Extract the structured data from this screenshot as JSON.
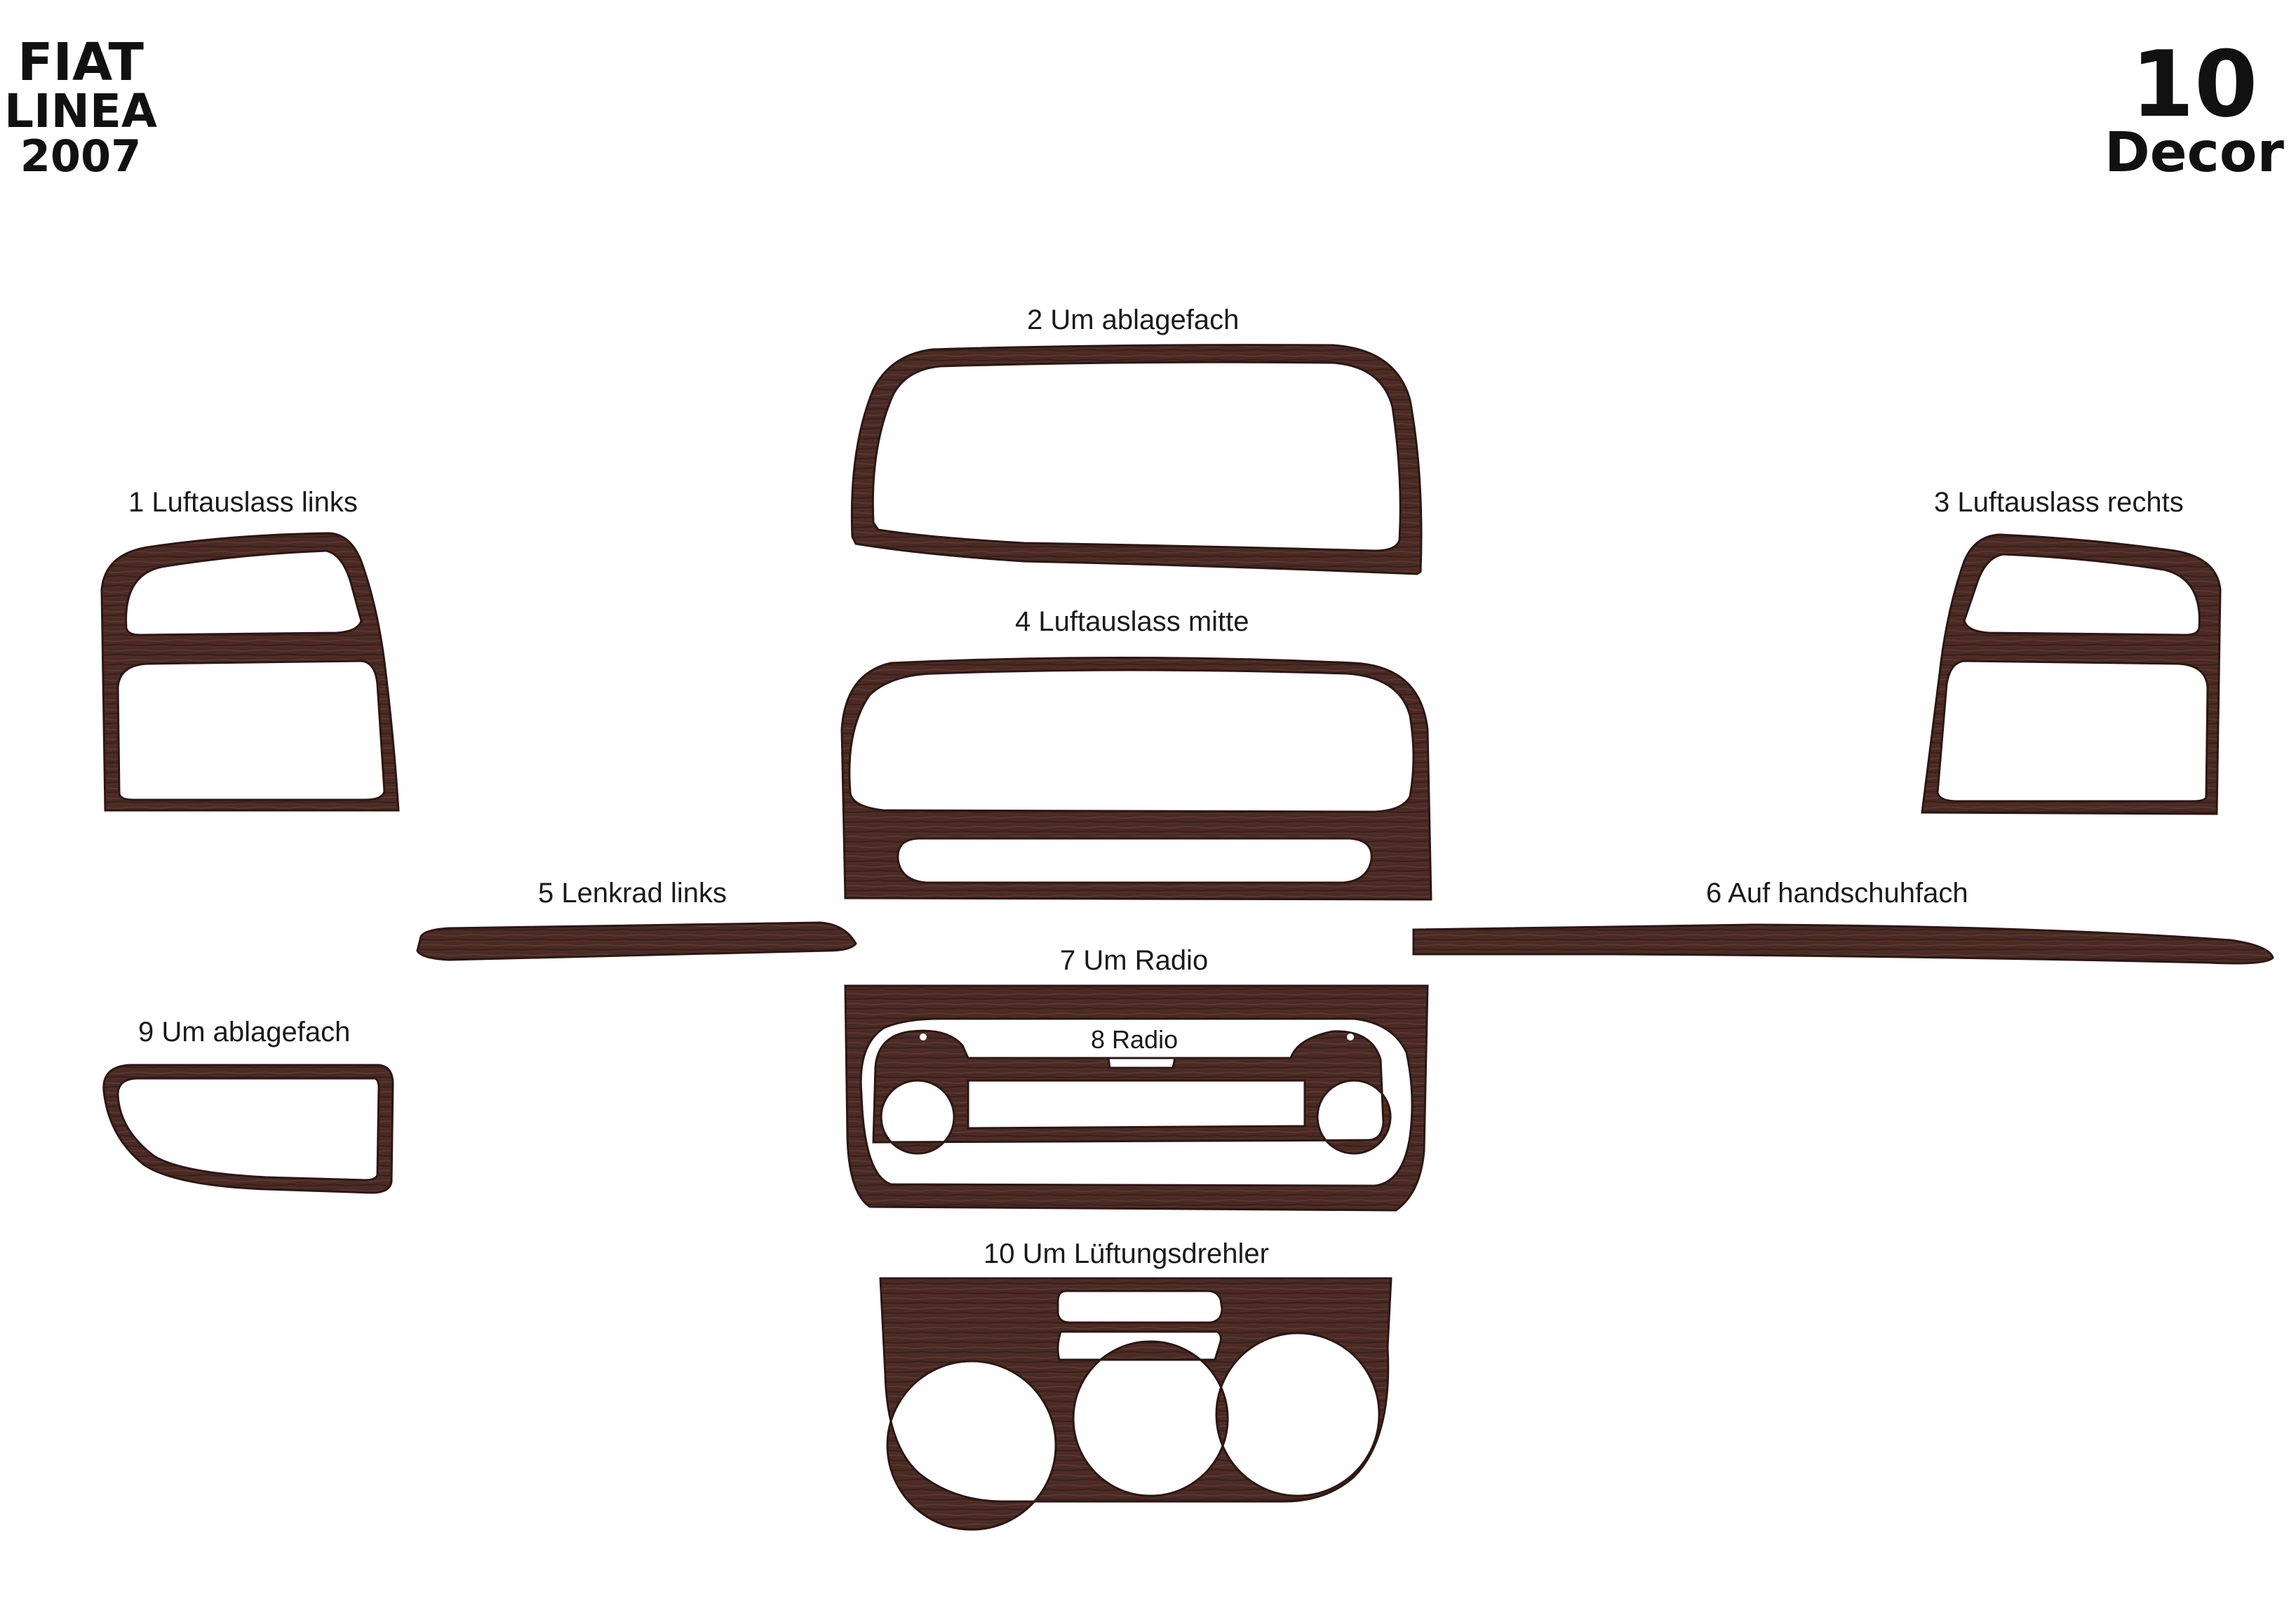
{
  "header": {
    "brand_line1": "FIAT",
    "brand_line2": "LINEA",
    "brand_line3": "2007",
    "piece_count": "10",
    "piece_count_word": "Decor"
  },
  "parts": [
    {
      "label": "1  Luftauslass links"
    },
    {
      "label": "2 Um ablagefach"
    },
    {
      "label": "3  Luftauslass rechts"
    },
    {
      "label": "4 Luftauslass mitte"
    },
    {
      "label": "5 Lenkrad links"
    },
    {
      "label": "6 Auf handschuhfach"
    },
    {
      "label": "7 Um Radio"
    },
    {
      "label": "8 Radio"
    },
    {
      "label": "9 Um ablagefach"
    },
    {
      "label": "10  Um Lüftungsdrehler"
    }
  ],
  "colors": {
    "wood": "#4a2a24",
    "wood_dark": "#2c1713",
    "background": "#ffffff"
  }
}
